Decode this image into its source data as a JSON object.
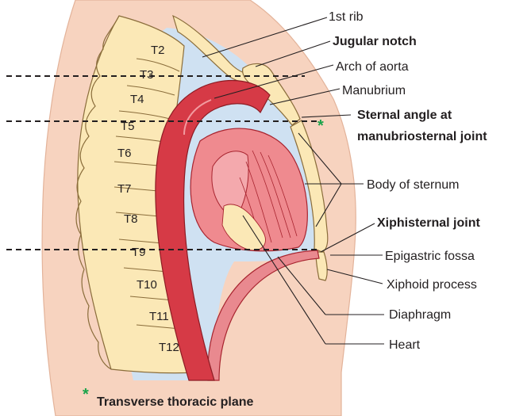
{
  "vertebrae": [
    "T2",
    "T3",
    "T4",
    "T5",
    "T6",
    "T7",
    "T8",
    "T9",
    "T10",
    "T11",
    "T12"
  ],
  "labels": {
    "first_rib": "1st rib",
    "jugular_notch": "Jugular notch",
    "arch_of_aorta": "Arch of aorta",
    "manubrium": "Manubrium",
    "sternal_angle_line1": "Sternal angle at",
    "sternal_angle_line2": "manubriosternal joint",
    "body_of_sternum": "Body of sternum",
    "xiphisternal_joint": "Xiphisternal joint",
    "epigastric_fossa": "Epigastric fossa",
    "xiphoid_process": "Xiphoid process",
    "diaphragm": "Diaphragm",
    "heart": "Heart"
  },
  "legend": {
    "symbol": "*",
    "text": "Transverse thoracic plane"
  },
  "colors": {
    "skin": "#f7d3bf",
    "pleura": "#cfe1f2",
    "bone": "#fbe8b6",
    "aorta": "#d63a46",
    "heart_pink": "#ef8a8f",
    "star": "#1aa34a"
  }
}
